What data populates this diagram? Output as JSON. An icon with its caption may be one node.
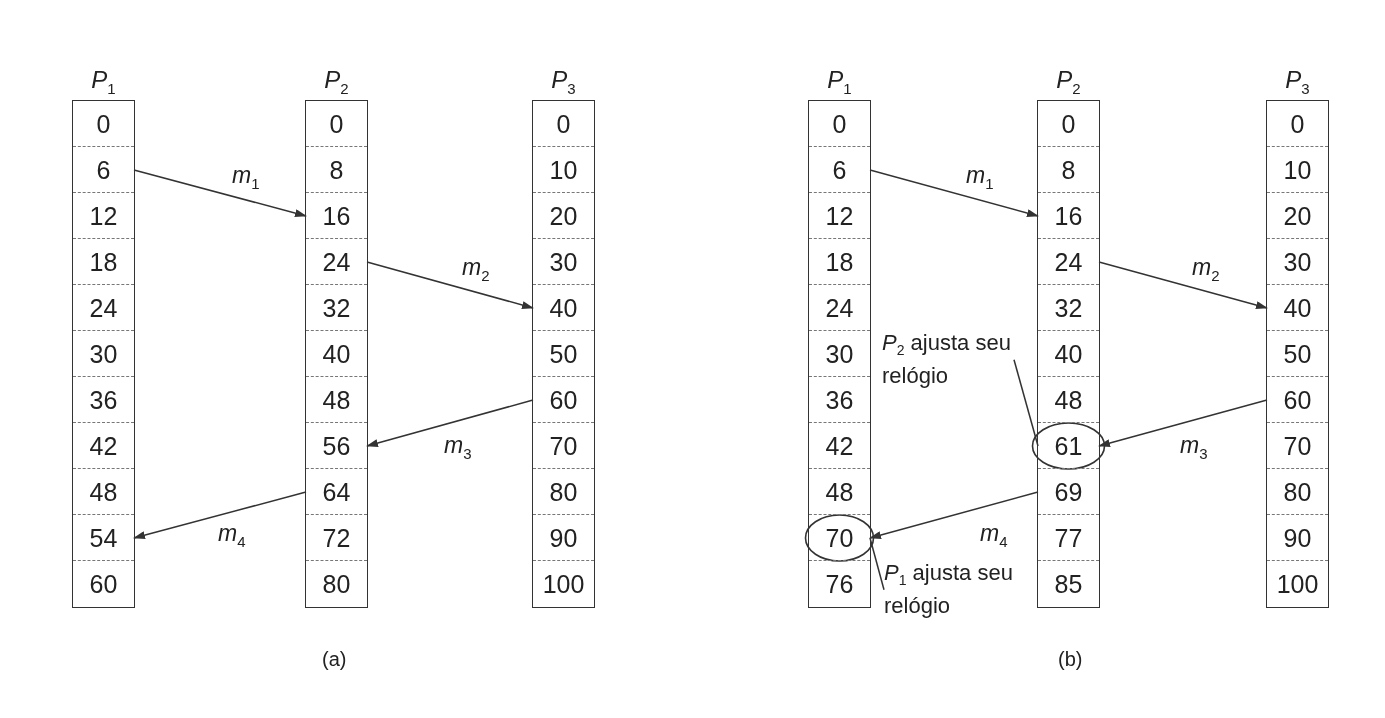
{
  "diagram": {
    "nodes": [
      {
        "text": [
          "P$_{1}$"
        ]
      },
      {
        "text": [
          "0"
        ],
        "in": 0
      },
      {
        "text": [
          "6"
        ],
        "in": 0
      },
      {
        "text": [
          "12"
        ],
        "in": 0
      },
      {
        "text": [
          "18"
        ],
        "in": 0
      },
      {
        "text": [
          "24"
        ],
        "in": 0
      },
      {
        "text": [
          "30"
        ],
        "in": 0
      },
      {
        "text": [
          "36"
        ],
        "in": 0
      },
      {
        "text": [
          "42"
        ],
        "in": 0
      },
      {
        "text": [
          "48"
        ],
        "in": 0
      },
      {
        "text": [
          "54"
        ],
        "in": 0
      },
      {
        "text": [
          "60"
        ],
        "in": 0
      },
      {
        "text": [
          "P$_{2}$"
        ]
      },
      {
        "text": [
          "0"
        ],
        "in": 12
      },
      {
        "text": [
          "8"
        ],
        "in": 12
      },
      {
        "text": [
          "16"
        ],
        "in": 12
      },
      {
        "text": [
          "24"
        ],
        "in": 12
      },
      {
        "text": [
          "32"
        ],
        "in": 12
      },
      {
        "text": [
          "40"
        ],
        "in": 12
      },
      {
        "text": [
          "48"
        ],
        "in": 12
      },
      {
        "text": [
          "56"
        ],
        "in": 12
      },
      {
        "text": [
          "64"
        ],
        "in": 12
      },
      {
        "text": [
          "72"
        ],
        "in": 12
      },
      {
        "text": [
          "80"
        ],
        "in": 12
      },
      {
        "text": [
          "P$_{3}$"
        ]
      },
      {
        "text": [
          "0"
        ],
        "in": 24
      },
      {
        "text": [
          "10"
        ],
        "in": 24
      },
      {
        "text": [
          "20"
        ],
        "in": 24
      },
      {
        "text": [
          "30"
        ],
        "in": 24
      },
      {
        "text": [
          "40"
        ],
        "in": 24
      },
      {
        "text": [
          "50"
        ],
        "in": 24
      },
      {
        "text": [
          "60"
        ],
        "in": 24
      },
      {
        "text": [
          "70"
        ],
        "in": 24
      },
      {
        "text": [
          "80"
        ],
        "in": 24
      },
      {
        "text": [
          "90"
        ],
        "in": 24
      },
      {
        "text": [
          "100"
        ],
        "in": 24
      },
      {
        "text": [
          "P$_{1}$"
        ]
      },
      {
        "text": [
          "0"
        ],
        "in": 36
      },
      {
        "text": [
          "6"
        ],
        "in": 36
      },
      {
        "text": [
          "12"
        ],
        "in": 36
      },
      {
        "text": [
          "18"
        ],
        "in": 36
      },
      {
        "text": [
          "24"
        ],
        "in": 36
      },
      {
        "text": [
          "30"
        ],
        "in": 36
      },
      {
        "text": [
          "36"
        ],
        "in": 36
      },
      {
        "text": [
          "42"
        ],
        "in": 36
      },
      {
        "text": [
          "48"
        ],
        "in": 36
      },
      {
        "text": [
          "70"
        ],
        "in": 36
      },
      {
        "text": [
          "76"
        ],
        "in": 36
      },
      {
        "text": [
          "P$_{2}$"
        ]
      },
      {
        "text": [
          "0"
        ],
        "in": 48
      },
      {
        "text": [
          "8"
        ],
        "in": 48
      },
      {
        "text": [
          "16"
        ],
        "in": 48
      },
      {
        "text": [
          "24"
        ],
        "in": 48
      },
      {
        "text": [
          "32"
        ],
        "in": 48
      },
      {
        "text": [
          "40"
        ],
        "in": 48
      },
      {
        "text": [
          "48"
        ],
        "in": 48
      },
      {
        "text": [
          "61"
        ],
        "in": 48
      },
      {
        "text": [
          "69"
        ],
        "in": 48
      },
      {
        "text": [
          "77"
        ],
        "in": 48
      },
      {
        "text": [
          "85"
        ],
        "in": 48
      },
      {
        "text": [
          "P$_{3}$"
        ]
      },
      {
        "text": [
          "0"
        ],
        "in": 60
      },
      {
        "text": [
          "10"
        ],
        "in": 60
      },
      {
        "text": [
          "20"
        ],
        "in": 60
      },
      {
        "text": [
          "30"
        ],
        "in": 60
      },
      {
        "text": [
          "40"
        ],
        "in": 60
      },
      {
        "text": [
          "50"
        ],
        "in": 60
      },
      {
        "text": [
          "60"
        ],
        "in": 60
      },
      {
        "text": [
          "70"
        ],
        "in": 60
      },
      {
        "text": [
          "80"
        ],
        "in": 60
      },
      {
        "text": [
          "90"
        ],
        "in": 60
      },
      {
        "text": [
          "100"
        ],
        "in": 60
      },
      {
        "text": [
          "*P*$_{2}$ ajusta seu relógio"
        ]
      },
      {
        "text": [
          "*P*$_{1}$ ajusta seu relógio"
        ]
      }
    ],
    "edges": [
      {
        "from": 2,
        "to": 15,
        "arrow": "to",
        "label": "m$_{1}$"
      },
      {
        "from": 16,
        "to": 29,
        "arrow": "to",
        "label": "m$_{2}$"
      },
      {
        "from": 31,
        "to": 20,
        "arrow": "to",
        "label": "m$_{3}$"
      },
      {
        "from": 21,
        "to": 10,
        "arrow": "to",
        "label": "m$_{4}$"
      },
      {
        "from": 38,
        "to": 51,
        "arrow": "to",
        "label": "m$_{1}$"
      },
      {
        "from": 52,
        "to": 65,
        "arrow": "to",
        "label": "m$_{2}$"
      },
      {
        "from": 67,
        "to": 56,
        "arrow": "to",
        "label": "m$_{3}$"
      },
      {
        "from": 57,
        "to": 46,
        "arrow": "to",
        "label": "m$_{4}$"
      },
      {
        "from": 72,
        "to": 56,
        "arrow": "none"
      },
      {
        "from": 73,
        "to": 46,
        "arrow": "none"
      }
    ],
    "labels": [
      "(a)",
      "(b)"
    ]
  }
}
